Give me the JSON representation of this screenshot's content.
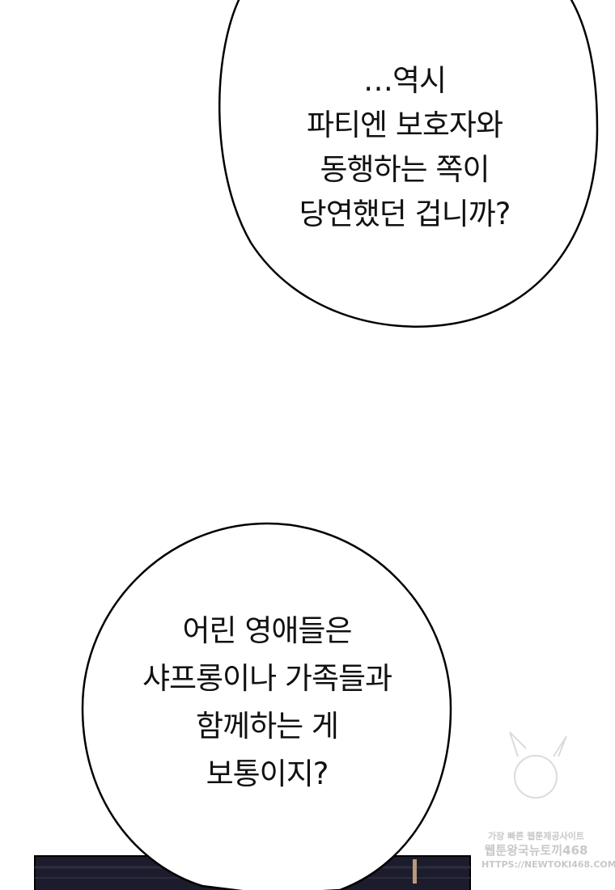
{
  "bubble_top": {
    "lines": [
      "…역시",
      "파티엔 보호자와",
      "동행하는 쪽이",
      "당연했던 겁니까?"
    ]
  },
  "bubble_bottom": {
    "lines": [
      "어린 영애들은",
      "샤프롱이나 가족들과",
      "함께하는 게",
      "보통이지?"
    ]
  },
  "watermark": {
    "line1": "가장 빠른 웹툰제공사이트",
    "line2": "웹툰왕국뉴토끼468",
    "line3": "HTTPS://NEWTOKI468.COM"
  },
  "colors": {
    "panel": "#1c1c2c",
    "ink": "#111111"
  }
}
